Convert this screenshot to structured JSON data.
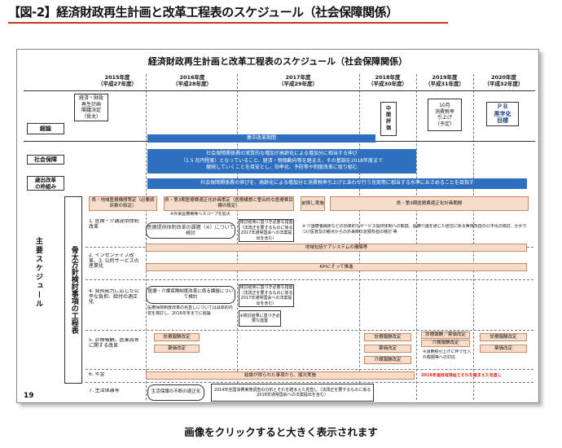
{
  "page_title": "【図-2】経済財政再生計画と改革工程表のスケジュール（社会保障関係）",
  "slide": {
    "title": "経済財政再生計画と改革工程表のスケジュール（社会保障関係）",
    "page_number": "19",
    "years": [
      {
        "y": "2015年度",
        "h": "（平成27年度）"
      },
      {
        "y": "2016年度",
        "h": "（平成28年度）"
      },
      {
        "y": "2017年度",
        "h": "（平成29年度）"
      },
      {
        "y": "2018年度",
        "h": "（平成30年度）"
      },
      {
        "y": "2019年度",
        "h": "（平成31年度）"
      },
      {
        "y": "2020年度",
        "h": "（平成32年度）"
      }
    ],
    "soukatsu": {
      "label": "総論",
      "decision": "経済・財政\n再生計画\n閣議決定\n（骨太）",
      "interim": "中\n間\n評\n価",
      "tax": "10月\n消費税率\n引上げ\n（予定）",
      "pb": "ＰＢ\n黒字化\n目標",
      "intensive": "集中改革期間"
    },
    "shakai": {
      "label": "社会保障",
      "text1": "社会保障関係費の実質的な増加が高齢化による増加分に相当する伸び",
      "text2": "（1.5 兆円程度）となっていること、経済・物価動向等を踏まえ、その基調を2018年度まで",
      "text3": "継続していくことを目安とし、効率化、予防等や制度改革に取り組む"
    },
    "saishutsu": {
      "label": "歳出改革\nの枠組み",
      "text": "社会保障関係費の伸びを、高齢化による増加分と消費税率引上げとあわせ行う充実等に相当する水準におさめることを目指す"
    },
    "main_label": "主要スケジュール",
    "kento_label": "骨太方針検討事項の工程表",
    "items": [
      {
        "label": "1. 医療・介護提供体制改革",
        "box1": "医療提供体制改革の課題（※）について検討",
        "box2": "検討結果に基づき必要な措置（法改正を要するものに係る2017年通常国会への法案提出を含む）"
      },
      {
        "label": "2. インセンティブ改革、3. 公的サービスの産業化",
        "arrow1": "地域包括ケアシステムの構築等",
        "arrow2": "KPIにそって推進"
      },
      {
        "label": "4. 負担能力に応じた公平な負担、給付の適正化",
        "box1": "医療・介護保険制度改革に係る課題について検討",
        "box2": "検討結果に基づき必要な措置（法改正を要するものに係る2017年通常国会への法案提出を含む）",
        "box3": "※検討結果に基づき必要な措置"
      },
      {
        "label": "5. 診療報酬、医薬品等に関する改革",
        "t1": "診療報酬改定",
        "t2": "薬価改定",
        "t3": "介護報酬改定",
        "t4": "診療報酬／薬価改定",
        "t5": "介護報酬改定"
      },
      {
        "label": "6. 年金",
        "arrow": "結論が得られた事項から、順次実施",
        "red": "2019年金財政検証とそれを踏まえた見直し"
      },
      {
        "label": "7. 生活保護等",
        "box": "生活保護の不断の適正化",
        "text": "2014年全国消費実態調査の分析とそれを踏まえた見直し（法改正を要するものに係る2018年通常国会への法案提出を含む）"
      }
    ],
    "top_arrow_1": "県・地域医療構想策定（必要病床数の設定）",
    "top_arrow_2": "県・第3期医療費適正化計画策定（医療構想と整合的な医療費目標の設定）",
    "top_arrow_3": "前倒し実施",
    "top_arrow_4": "県・第3期医療費適正化計画期間",
    "note_hoken": "※外来医療費等へスコープを拡大",
    "note_1": "※ 介護療養病床などの効率的なサービス提供体制への転換、医療介護を通じた居住に係る費用負担の公平化の検討、かかりつけ医普及の観点からの外来時の定額負担の検討 等",
    "note_4": "医療保険制度改革の見直しについては具体的内容を検討し、2016年末までに結論",
    "note_5": "※消費税引上げに伴う仕入れ税額等への対応"
  },
  "caption": "画像をクリックすると大きく表示されます"
}
